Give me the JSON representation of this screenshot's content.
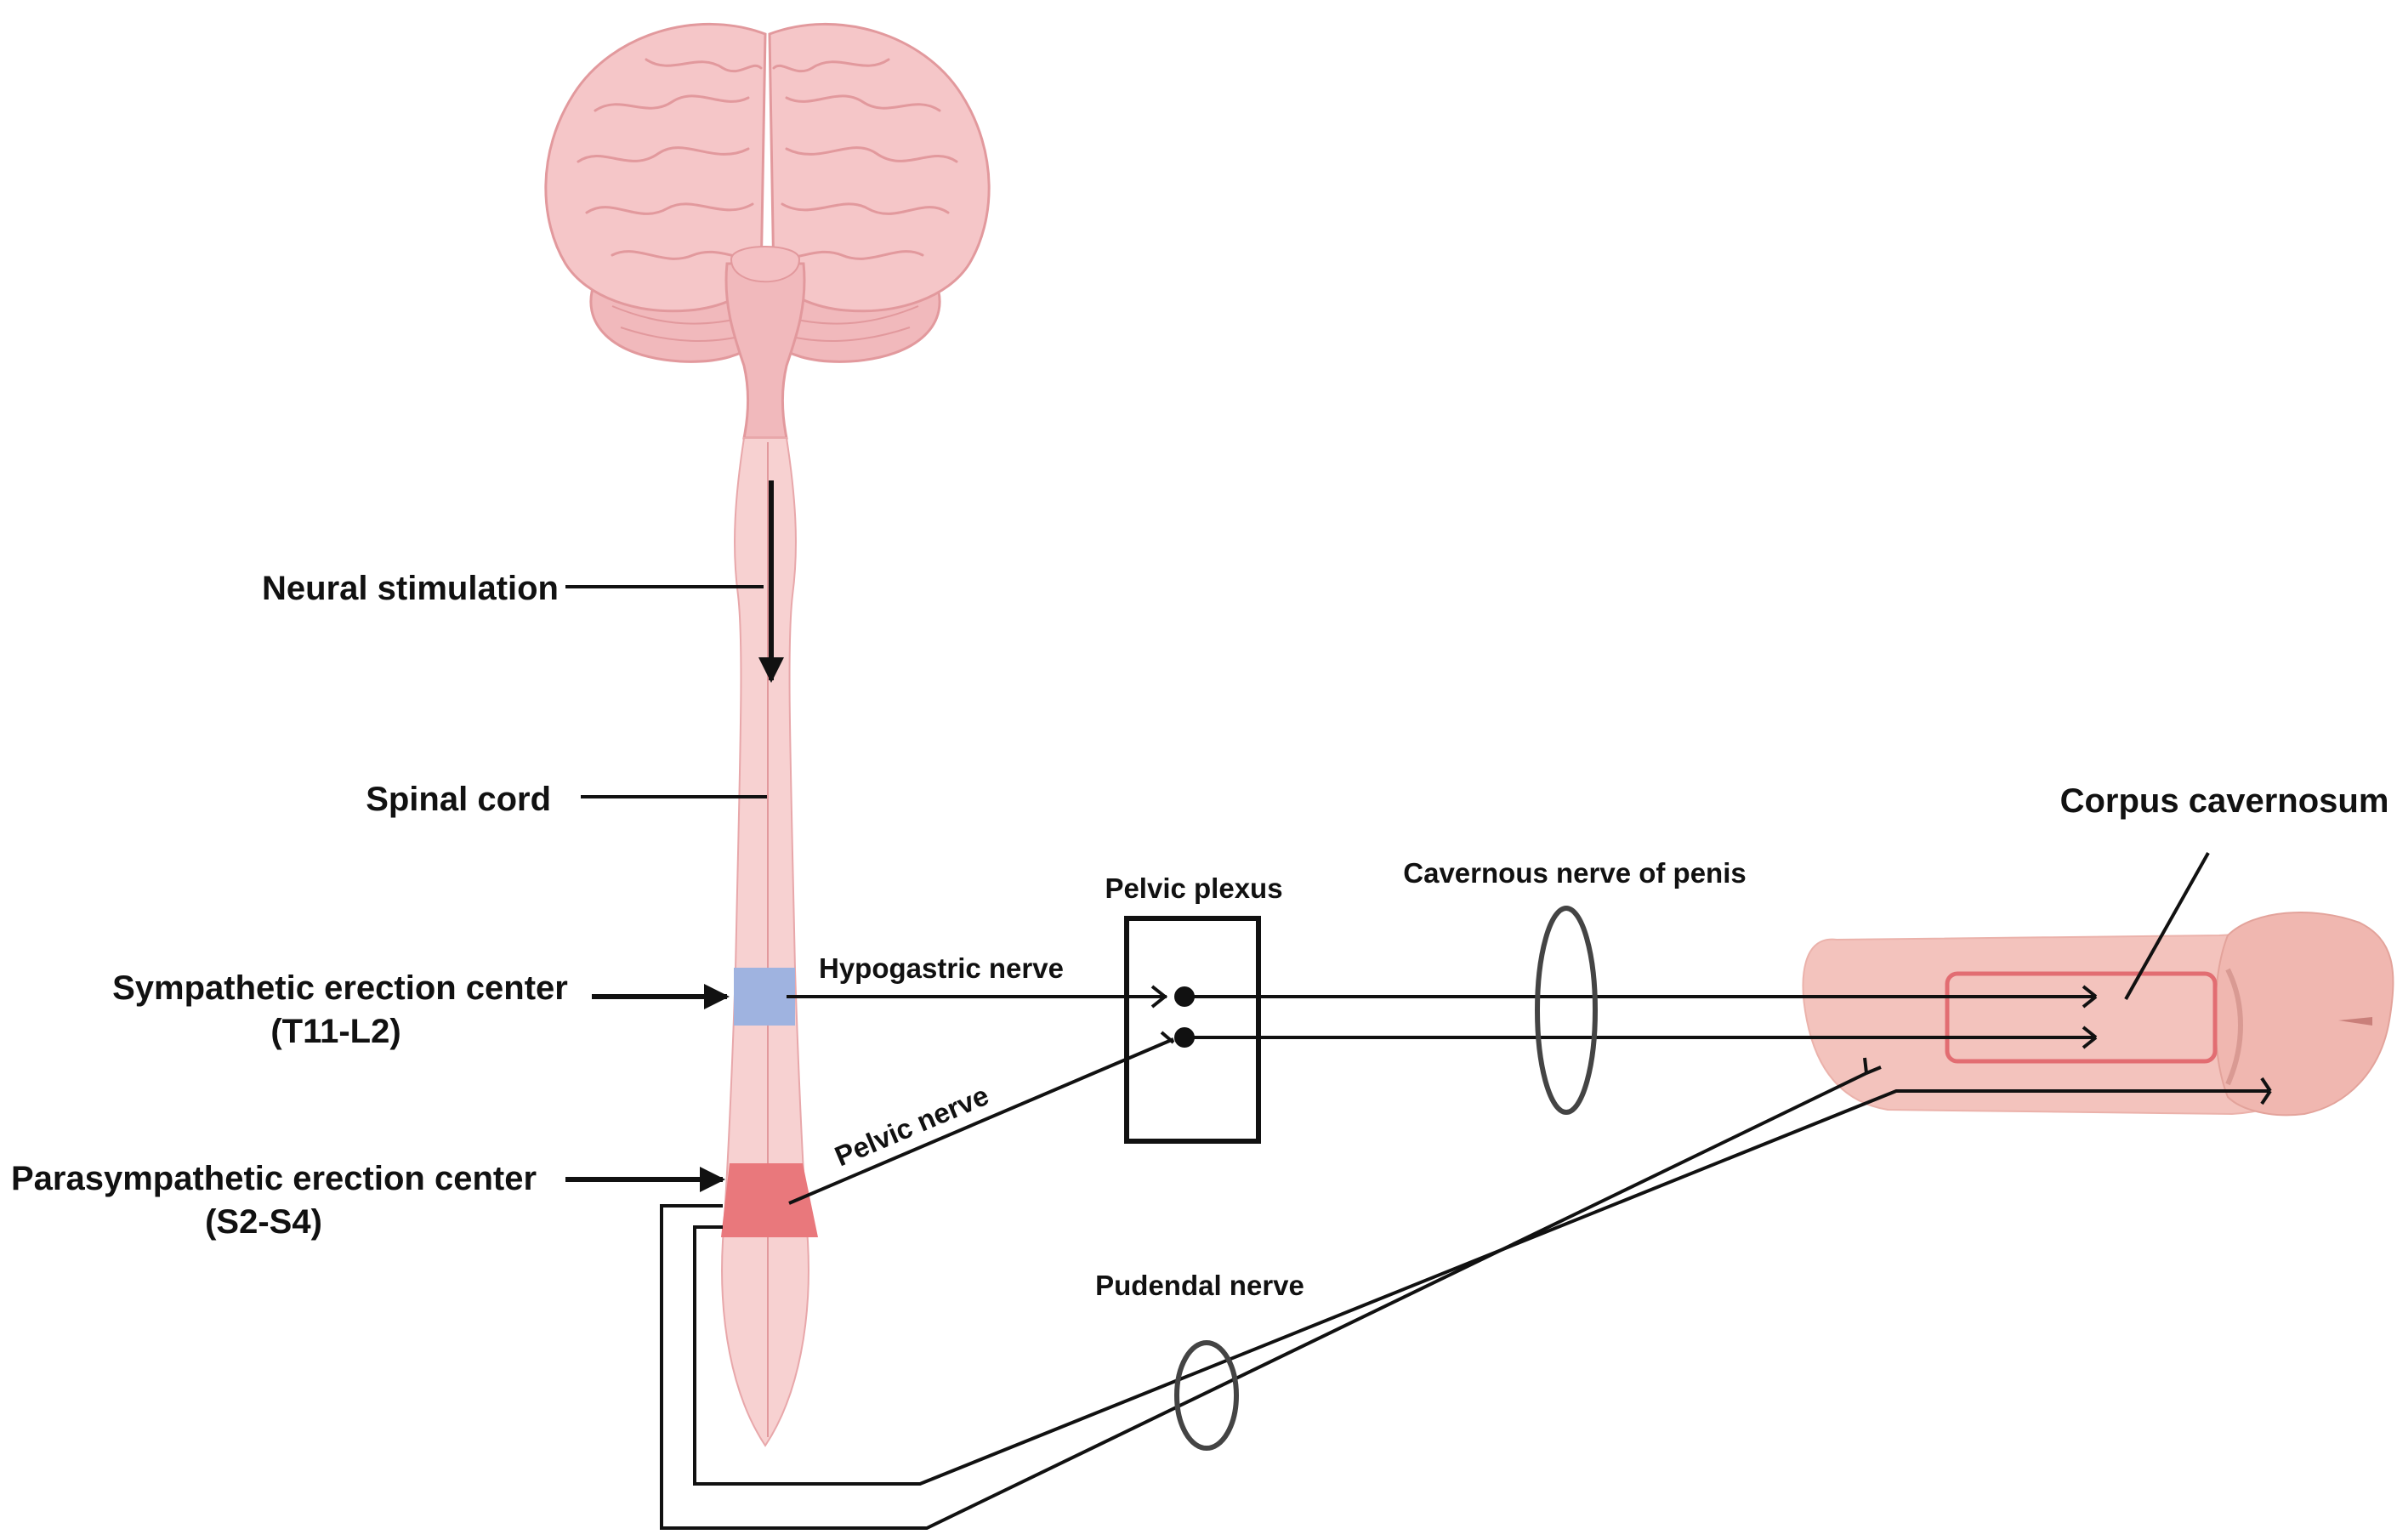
{
  "labels": {
    "neural_stimulation": "Neural stimulation",
    "spinal_cord": "Spinal cord",
    "sympathetic_center": "Sympathetic erection center",
    "sympathetic_range": "(T11-L2)",
    "parasympathetic_center": "Parasympathetic erection center",
    "parasympathetic_range": "(S2-S4)",
    "hypogastric_nerve": "Hypogastric nerve",
    "pelvic_nerve": "Pelvic nerve",
    "pelvic_plexus": "Pelvic plexus",
    "cavernous_nerve": "Cavernous nerve of penis",
    "corpus_cavernosum": "Corpus cavernosum",
    "pudendal_nerve": "Pudendal nerve"
  },
  "colors": {
    "brain_fill": "#f5c6c8",
    "brain_stroke": "#e2999d",
    "cord_fill": "#f7d1d1",
    "sympathetic_center": "#9fb3e0",
    "parasympathetic_center": "#e9787c",
    "penis_fill": "#f3c3bd",
    "corpus_outline": "#e26d72",
    "line": "#111111"
  }
}
